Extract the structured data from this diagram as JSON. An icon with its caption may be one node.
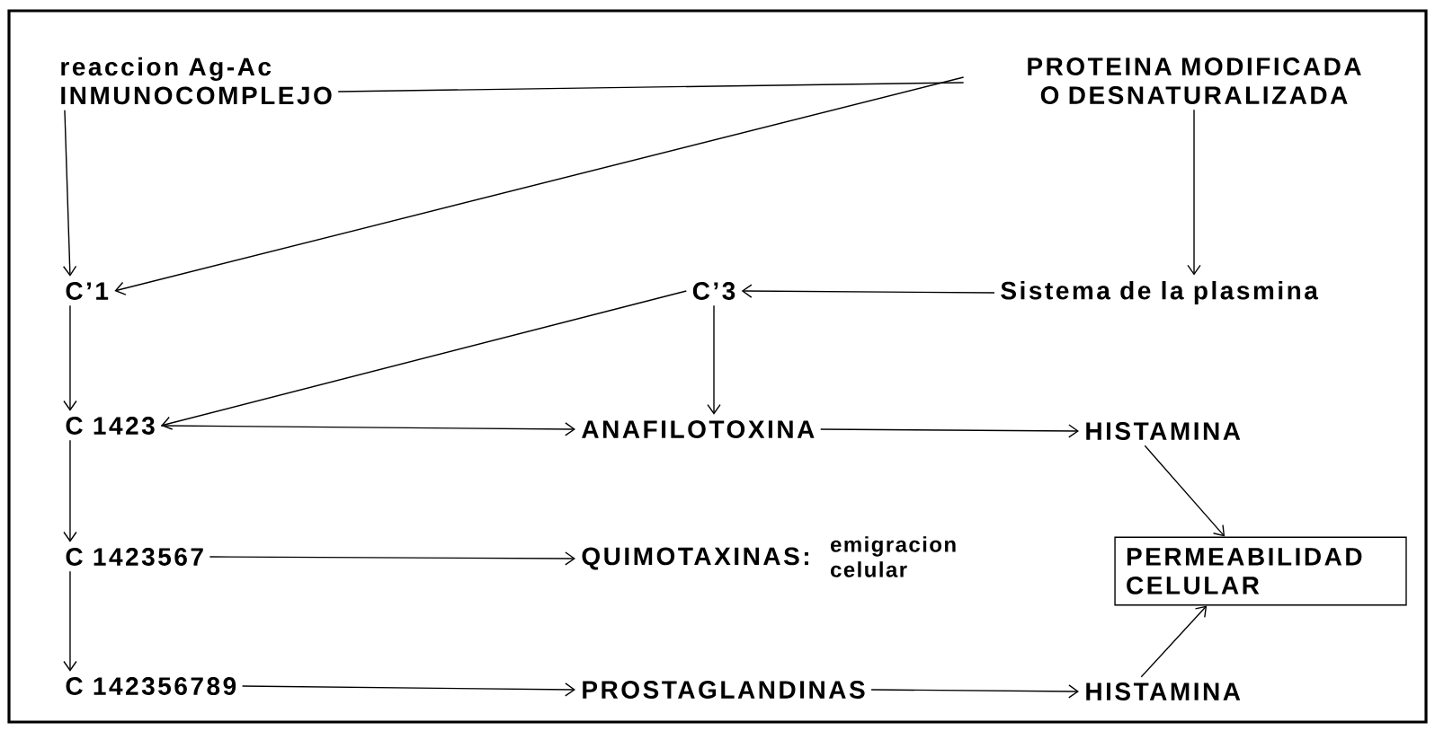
{
  "diagram": {
    "nodes": [
      {
        "text": [
          "reaccion Ag-Ac",
          "INMUNOCOMPLEJO"
        ]
      },
      {
        "text": [
          "PROTEINA MODIFICADA O DESNATURALIZADA"
        ]
      },
      {
        "text": [
          "C’1"
        ]
      },
      {
        "text": [
          "C’3"
        ]
      },
      {
        "text": [
          "Sistema de la plasmina"
        ]
      },
      {
        "text": [
          "C 1423"
        ]
      },
      {
        "text": [
          "ANAFILOTOXINA"
        ]
      },
      {
        "text": [
          "HISTAMINA"
        ]
      },
      {
        "text": [
          "C 1423567"
        ]
      },
      {
        "text": [
          "QUIMOTAXINAS:"
        ],
        "beside": [
          "emigracion celular"
        ]
      },
      {
        "text": [
          "PERMEABILIDAD CELULAR"
        ]
      },
      {
        "text": [
          "C 142356789"
        ]
      },
      {
        "text": [
          "PROSTAGLANDINAS"
        ]
      },
      {
        "text": [
          "HISTAMINA"
        ]
      }
    ],
    "edges": [
      {
        "from": 0,
        "to": 1,
        "arrow": "none"
      },
      {
        "from": 1,
        "to": 2,
        "arrow": "to"
      },
      {
        "from": 0,
        "to": 2,
        "arrow": "to"
      },
      {
        "from": 1,
        "to": 4,
        "arrow": "to"
      },
      {
        "from": 4,
        "to": 3,
        "arrow": "to"
      },
      {
        "from": 3,
        "to": 5,
        "arrow": "to"
      },
      {
        "from": 3,
        "to": 6,
        "arrow": "to"
      },
      {
        "from": 2,
        "to": 5,
        "arrow": "to"
      },
      {
        "from": 5,
        "to": 6,
        "arrow": "to"
      },
      {
        "from": 6,
        "to": 7,
        "arrow": "to"
      },
      {
        "from": 7,
        "to": 10,
        "arrow": "to"
      },
      {
        "from": 5,
        "to": 8,
        "arrow": "to"
      },
      {
        "from": 8,
        "to": 9,
        "arrow": "to"
      },
      {
        "from": 8,
        "to": 11,
        "arrow": "to"
      },
      {
        "from": 11,
        "to": 12,
        "arrow": "to"
      },
      {
        "from": 12,
        "to": 13,
        "arrow": "to"
      },
      {
        "from": 13,
        "to": 10,
        "arrow": "to"
      }
    ]
  }
}
